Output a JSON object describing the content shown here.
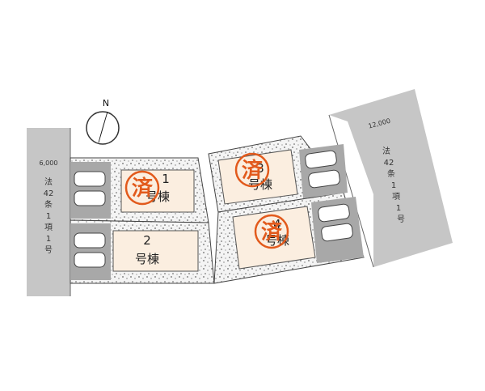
{
  "north": {
    "label": "N"
  },
  "roads": {
    "left": {
      "width": "6,000",
      "label": [
        "法",
        "42",
        "条",
        "1",
        "項",
        "1",
        "号"
      ]
    },
    "right": {
      "width": "12,000",
      "label": [
        "法",
        "42",
        "条",
        "1",
        "項",
        "1",
        "号"
      ]
    }
  },
  "lots": [
    {
      "num": "1",
      "suffix": "号棟",
      "status": "済"
    },
    {
      "num": "2",
      "suffix": "号棟",
      "status": ""
    },
    {
      "num": "3",
      "suffix": "号棟",
      "status": "済"
    },
    {
      "num": "4",
      "suffix": "号棟",
      "status": "済"
    }
  ],
  "colors": {
    "road": "#c6c6c6",
    "parking": "#a8a8a8",
    "house": "#fbeee0",
    "gravel": "#f2f2f2",
    "stamp": "#e25a1c"
  }
}
